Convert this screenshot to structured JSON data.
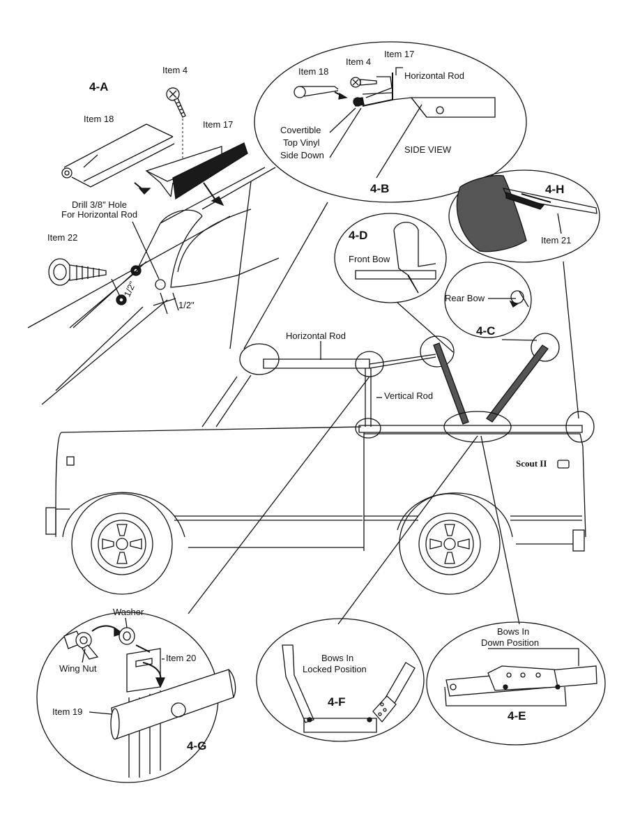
{
  "callouts": {
    "a": "4-A",
    "b": "4-B",
    "c": "4-C",
    "d": "4-D",
    "e": "4-E",
    "f": "4-F",
    "g": "4-G",
    "h": "4-H"
  },
  "labels": {
    "item4_a": "Item 4",
    "item18_a": "Item 18",
    "item17_a": "Item 17",
    "drill1": "Drill 3/8\" Hole",
    "drill2": "For Horizontal Rod",
    "item22": "Item 22",
    "dim_a": "1/2\"",
    "dim_b": "1/2\"",
    "item18_b": "Item 18",
    "item4_b": "Item 4",
    "item17_b": "Item 17",
    "horizontal_rod_b": "Horizontal Rod",
    "covertible1": "Covertible",
    "covertible2": "Top Vinyl",
    "covertible3": "Side Down",
    "side_view": "SIDE  VIEW",
    "item21": "Item 21",
    "front_bow": "Front  Bow",
    "rear_bow": "Rear Bow",
    "horizontal_rod_main": "Horizontal Rod",
    "vertical_rod": "Vertical Rod",
    "scout": "Scout II",
    "washer": "Washer",
    "wing_nut": "Wing Nut",
    "item20": "Item 20",
    "item19": "Item 19",
    "bows_locked1": "Bows In",
    "bows_locked2": "Locked Position",
    "bows_down1": "Bows In",
    "bows_down2": "Down Position"
  }
}
